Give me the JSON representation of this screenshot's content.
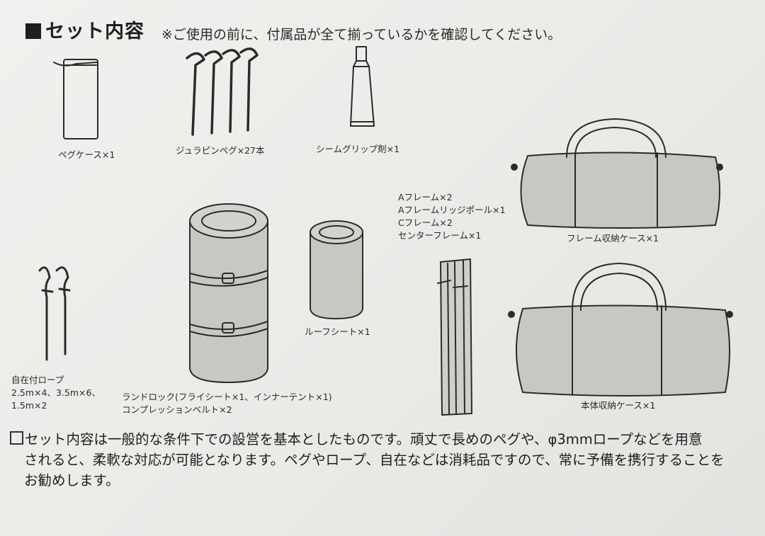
{
  "header": {
    "title": "セット内容",
    "note": "※ご使用の前に、付属品が全て揃っているかを確認してください。"
  },
  "items": {
    "peg_case": "ペグケース×1",
    "pegs": "ジュラピンペグ×27本",
    "seam_grip": "シームグリップ剤×1",
    "frames": [
      "Aフレーム×2",
      "Aフレームリッジポール×1",
      "Cフレーム×2",
      "センターフレーム×1"
    ],
    "frame_case": "フレーム収納ケース×1",
    "rope": {
      "label": "自在付ロープ",
      "sizes": "2.5m×4、3.5m×6、",
      "sizes2": "1.5m×2"
    },
    "landlock": {
      "line1": "ランドロック(フライシート×1、インナーテント×1)",
      "line2": "コンプレッションベルト×2"
    },
    "roof_sheet": "ルーフシート×1",
    "body_case": "本体収納ケース×1"
  },
  "footer": {
    "line1": "セット内容は一般的な条件下での設営を基本としたものです。頑丈で長めのペグや、φ3mmロープなどを用意",
    "line2": "されると、柔軟な対応が可能となります。ペグやロープ、自在などは消耗品ですので、常に予備を携行することを",
    "line3": "お勧めします。"
  }
}
